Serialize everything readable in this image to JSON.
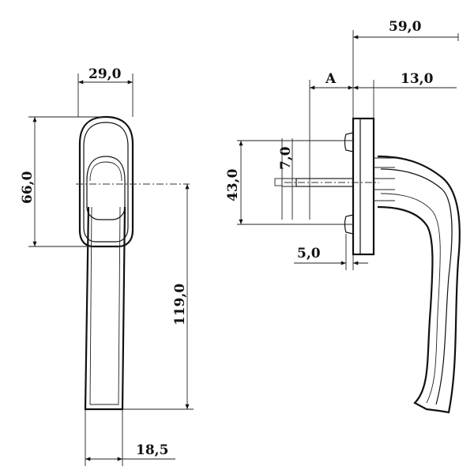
{
  "front_view": {
    "dim_width": "29,0",
    "dim_head_height": "66,0",
    "dim_total_length": "119,0",
    "dim_lever_width": "18,5"
  },
  "side_view": {
    "dim_depth": "59,0",
    "dim_a": "A",
    "dim_base_thickness": "13,0",
    "dim_spindle_square": "7,0",
    "dim_screw_spacing": "43,0",
    "dim_rose_offset": "5,0"
  }
}
